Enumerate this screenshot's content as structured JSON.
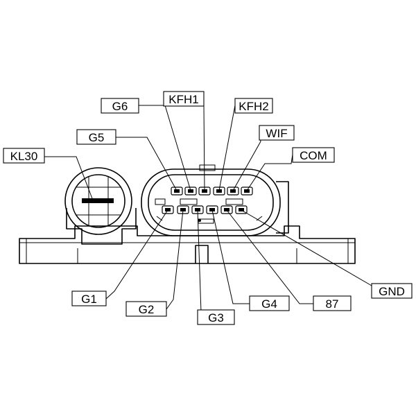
{
  "labels": {
    "kl30": "KL30",
    "g5": "G5",
    "g6": "G6",
    "kfh1": "KFH1",
    "kfh2": "KFH2",
    "wif": "WIF",
    "com": "COM",
    "g1": "G1",
    "g2": "G2",
    "g3": "G3",
    "g4": "G4",
    "p87": "87",
    "gnd": "GND"
  }
}
